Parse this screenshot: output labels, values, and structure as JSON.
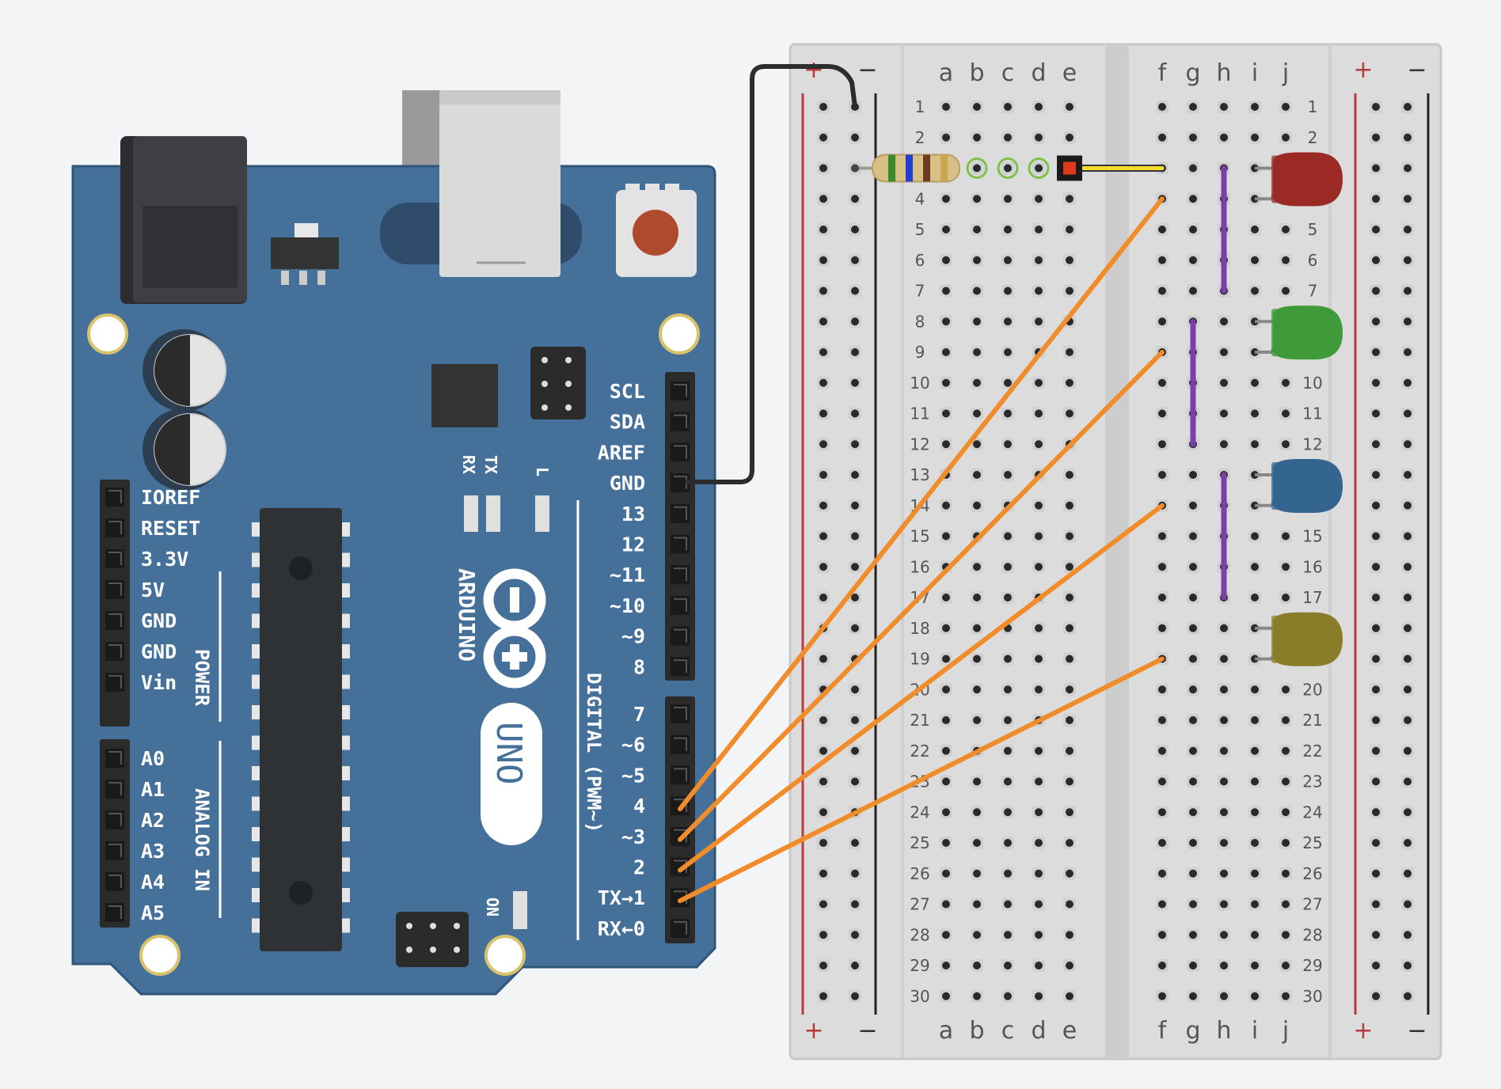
{
  "arduino": {
    "brand": "ARDUINO",
    "model": "UNO",
    "power_group_label": "POWER",
    "analog_group_label": "ANALOG IN",
    "digital_group_label": "DIGITAL (PWM~)",
    "on_label": "ON",
    "tx_label": "TX",
    "rx_label": "RX",
    "l_label": "L",
    "power_pins": [
      "IOREF",
      "RESET",
      "3.3V",
      "5V",
      "GND",
      "GND",
      "Vin"
    ],
    "analog_pins": [
      "A0",
      "A1",
      "A2",
      "A3",
      "A4",
      "A5"
    ],
    "digital_pins_upper": [
      "SCL",
      "SDA",
      "AREF",
      "GND",
      "13",
      "12",
      "~11",
      "~10",
      "~9",
      "8"
    ],
    "digital_pins_lower": [
      "7",
      "~6",
      "~5",
      "4",
      "~3",
      "2",
      "TX→1",
      "RX←0"
    ],
    "colors": {
      "board": "#44709a",
      "board_edge": "#2f5579",
      "chip": "#2f3235",
      "header": "#2b2b2b",
      "reset_button": "#b04a2c"
    }
  },
  "breadboard": {
    "columns_left": [
      "a",
      "b",
      "c",
      "d",
      "e"
    ],
    "columns_right": [
      "f",
      "g",
      "h",
      "i",
      "j"
    ],
    "rows": 30,
    "plus_label": "+",
    "minus_label": "−",
    "colors": {
      "body": "#dcdcdc",
      "rail_plus": "#b83b3b",
      "rail_minus": "#222222"
    }
  },
  "components": {
    "resistor_bands": [
      "#3a8a2e",
      "#1e3fcf",
      "#6b3a1f",
      "#c8a84a"
    ],
    "leds": [
      {
        "name": "red-led",
        "color": "#9b2a25",
        "row": 3
      },
      {
        "name": "green-led",
        "color": "#3f9a3a",
        "row": 8
      },
      {
        "name": "blue-led",
        "color": "#33658f",
        "row": 13
      },
      {
        "name": "yellow-led",
        "color": "#8a7d2a",
        "row": 18
      }
    ],
    "wires": [
      {
        "name": "gnd-wire",
        "color": "#2c2c2c",
        "from": "GND",
        "to": "- rail"
      },
      {
        "name": "jumper-e3-f3",
        "color": "#f5dc2e",
        "from": "e3",
        "to": "f3"
      },
      {
        "name": "wire-pin4",
        "color": "#f08c2a",
        "from": "4",
        "to": "f4"
      },
      {
        "name": "wire-pin3",
        "color": "#f08c2a",
        "from": "~3",
        "to": "f9"
      },
      {
        "name": "wire-pin2",
        "color": "#f08c2a",
        "from": "2",
        "to": "f14"
      },
      {
        "name": "wire-pin1",
        "color": "#f08c2a",
        "from": "TX→1",
        "to": "f19"
      },
      {
        "name": "bridge-h3-h7",
        "color": "#7a3fa8",
        "from": "h3",
        "to": "h7"
      },
      {
        "name": "bridge-g8-g12",
        "color": "#7a3fa8",
        "from": "g8",
        "to": "g12"
      },
      {
        "name": "bridge-h13-h17",
        "color": "#7a3fa8",
        "from": "h13",
        "to": "h17"
      }
    ]
  }
}
